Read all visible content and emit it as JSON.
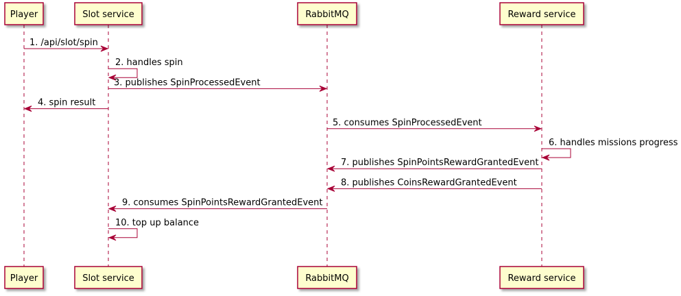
{
  "participants": [
    {
      "id": "player",
      "label": "Player"
    },
    {
      "id": "slot",
      "label": "Slot service"
    },
    {
      "id": "rabbit",
      "label": "RabbitMQ"
    },
    {
      "id": "reward",
      "label": "Reward service"
    }
  ],
  "messages": [
    {
      "from": "player",
      "to": "slot",
      "label": "1. /api/slot/spin"
    },
    {
      "from": "slot",
      "to": "slot",
      "label": "2. handles spin"
    },
    {
      "from": "slot",
      "to": "rabbit",
      "label": "3. publishes SpinProcessedEvent"
    },
    {
      "from": "slot",
      "to": "player",
      "label": "4. spin result"
    },
    {
      "from": "rabbit",
      "to": "reward",
      "label": "5. consumes SpinProcessedEvent"
    },
    {
      "from": "reward",
      "to": "reward",
      "label": "6. handles missions progress"
    },
    {
      "from": "reward",
      "to": "rabbit",
      "label": "7. publishes SpinPointsRewardGrantedEvent"
    },
    {
      "from": "reward",
      "to": "rabbit",
      "label": "8. publishes CoinsRewardGrantedEvent"
    },
    {
      "from": "rabbit",
      "to": "slot",
      "label": "9. consumes SpinPointsRewardGrantedEvent"
    },
    {
      "from": "slot",
      "to": "slot",
      "label": "10. top up balance"
    }
  ],
  "colors": {
    "box_fill": "#fefece",
    "box_stroke": "#a80036",
    "arrow": "#a80036",
    "lifeline": "#a80036"
  }
}
